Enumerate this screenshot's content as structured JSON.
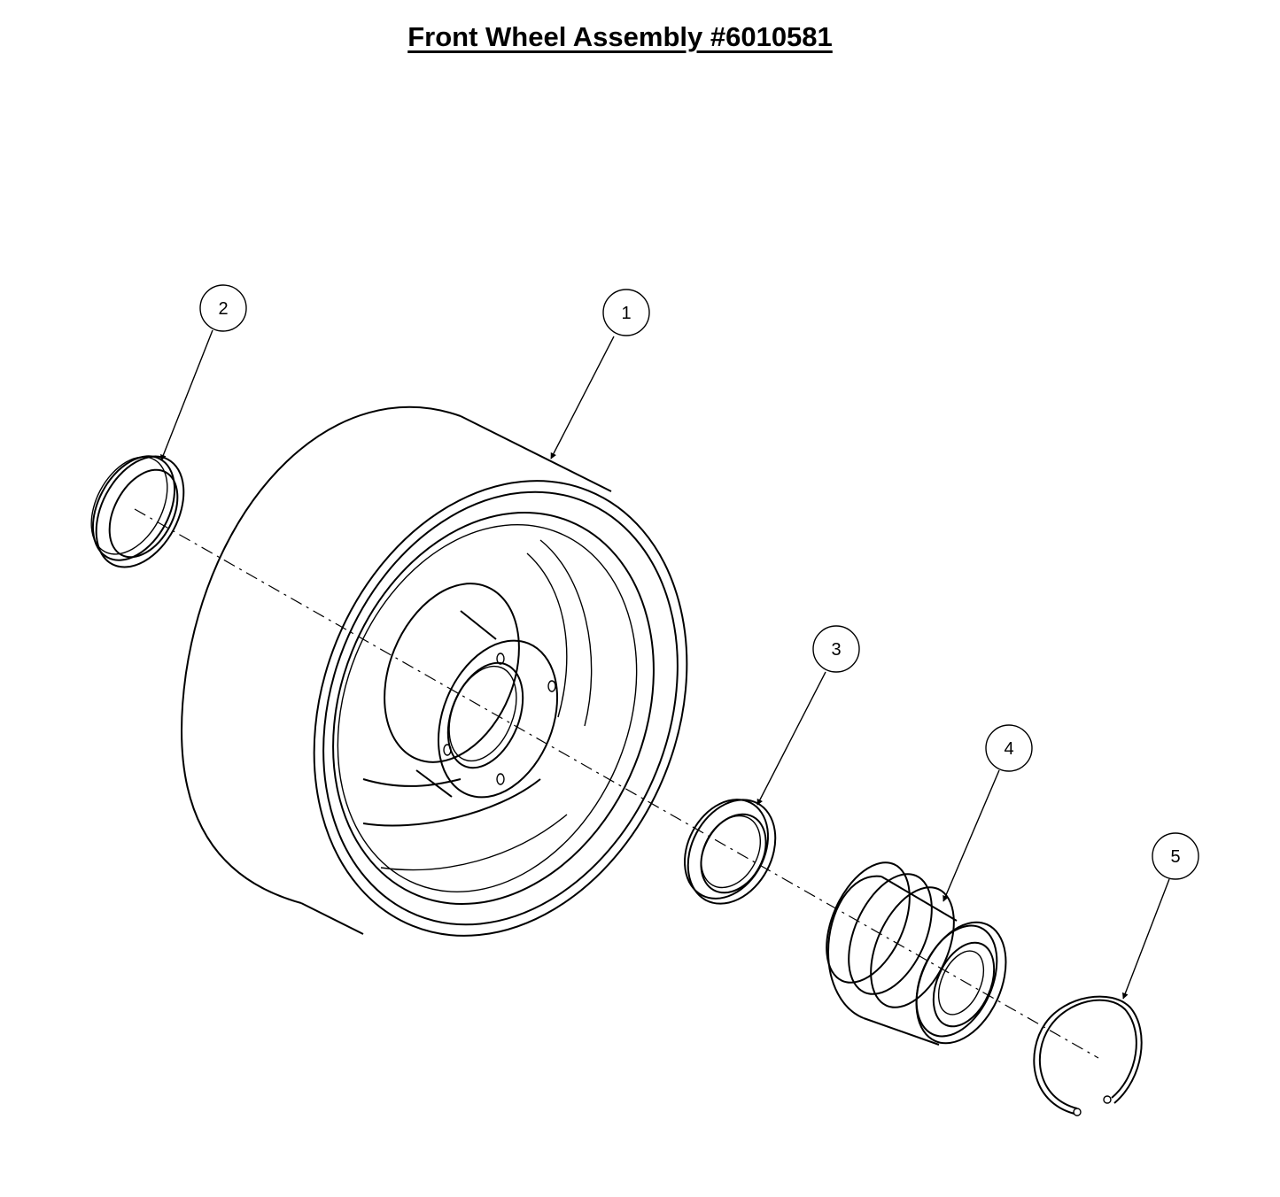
{
  "title": "Front Wheel Assembly #6010581",
  "callouts": [
    "1",
    "2",
    "3",
    "4",
    "5"
  ]
}
